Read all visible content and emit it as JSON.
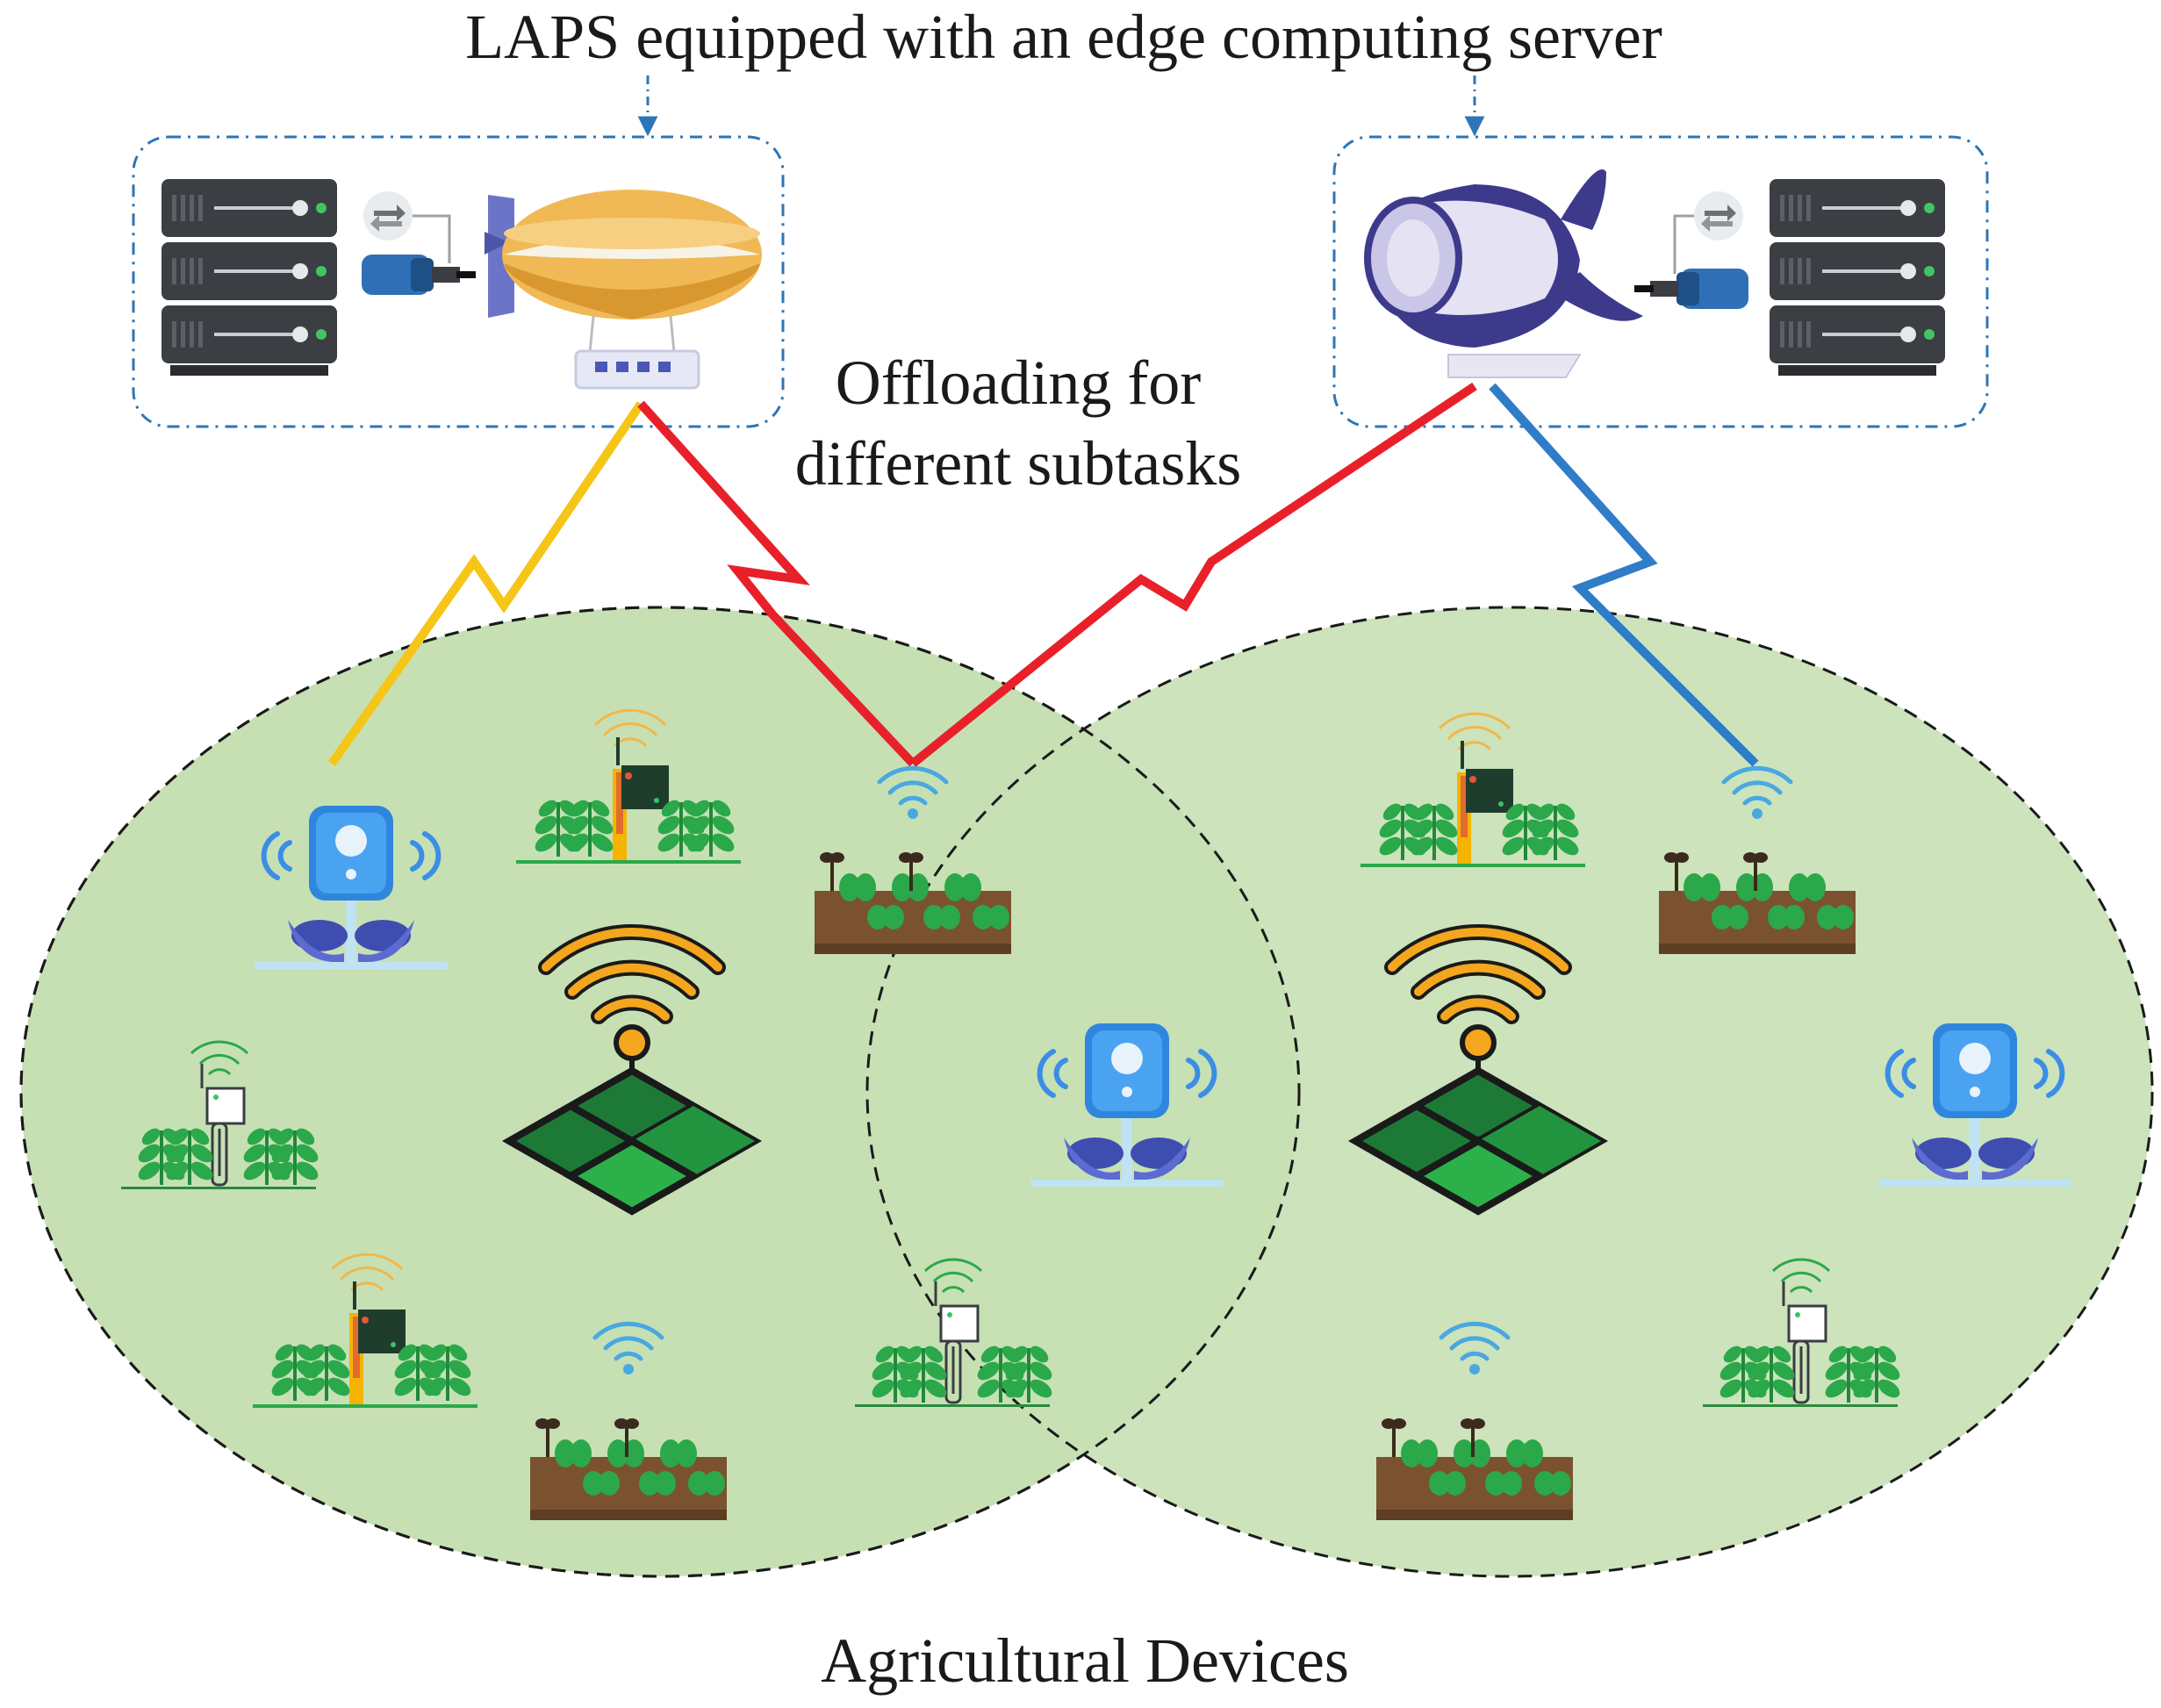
{
  "title": "LAPS equipped with an edge computing server",
  "middle_label": {
    "line1": "Offloading for",
    "line2": "different subtasks"
  },
  "bottom_label": "Agricultural Devices",
  "colors": {
    "field_fill": "#c6e0b4",
    "link_yellow": "#f5c518",
    "link_red": "#e8202a",
    "link_blue": "#2f7cc8",
    "dashdot_border": "#2e75b6",
    "airship_left": "#f0b955",
    "airship_right": "#3d3a8c"
  },
  "icons": {
    "left_box": [
      "server-rack-icon",
      "network-transfer-icon",
      "network-cable-icon",
      "airship-icon",
      "router-icon"
    ],
    "right_box": [
      "airship-icon",
      "network-cable-icon",
      "network-transfer-icon",
      "server-rack-icon"
    ],
    "field_devices": [
      "smart-sprinkler-icon",
      "soil-probe-icon",
      "planter-bed-wifi-icon",
      "wifi-field-hub-icon",
      "soil-sensor-icon"
    ]
  }
}
